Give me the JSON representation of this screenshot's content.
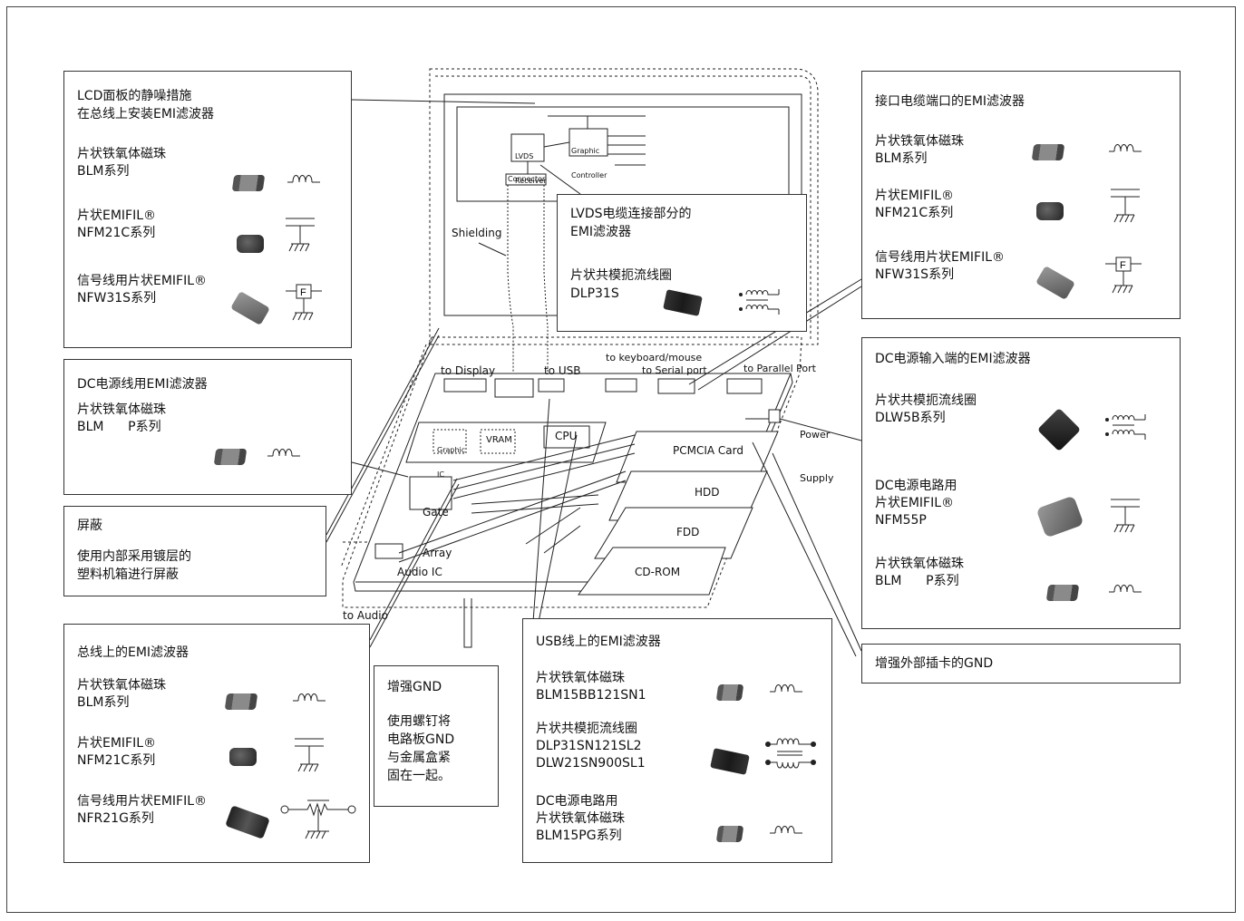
{
  "panels": {
    "lcd": {
      "title1": "LCD面板的静噪措施",
      "title2": "在总线上安装EMI滤波器",
      "item1_l1": "片状铁氧体磁珠",
      "item1_l2": "BLM系列",
      "item2_l1": "片状EMIFIL®",
      "item2_l2": "NFM21C系列",
      "item3_l1": "信号线用片状EMIFIL®",
      "item3_l2": "NFW31S系列"
    },
    "dc_line": {
      "title": "DC电源线用EMI滤波器",
      "item1_l1": "片状铁氧体磁珠",
      "item1_l2": "BLM      P系列"
    },
    "shield": {
      "title": "屏蔽",
      "l1": "使用内部采用镀层的",
      "l2": "塑料机箱进行屏蔽"
    },
    "bus": {
      "title": "总线上的EMI滤波器",
      "item1_l1": "片状铁氧体磁珠",
      "item1_l2": "BLM系列",
      "item2_l1": "片状EMIFIL®",
      "item2_l2": "NFM21C系列",
      "item3_l1": "信号线用片状EMIFIL®",
      "item3_l2": "NFR21G系列"
    },
    "gnd": {
      "title": "增强GND",
      "l1": "使用螺钉将",
      "l2": "电路板GND",
      "l3": "与金属盒紧",
      "l4": "固在一起。"
    },
    "usb": {
      "title": "USB线上的EMI滤波器",
      "item1_l1": "片状铁氧体磁珠",
      "item1_l2": "BLM15BB121SN1",
      "item2_l1": "片状共模扼流线圈",
      "item2_l2": "DLP31SN121SL2",
      "item2_l3": "DLW21SN900SL1",
      "item3_l1": "DC电源电路用",
      "item3_l2": "片状铁氧体磁珠",
      "item3_l3": "BLM15PG系列"
    },
    "lvds": {
      "title1": "LVDS电缆连接部分的",
      "title2": "EMI滤波器",
      "item1_l1": "片状共模扼流线圈",
      "item1_l2": "DLP31S"
    },
    "interface": {
      "title": "接口电缆端口的EMI滤波器",
      "item1_l1": "片状铁氧体磁珠",
      "item1_l2": "BLM系列",
      "item2_l1": "片状EMIFIL®",
      "item2_l2": "NFM21C系列",
      "item3_l1": "信号线用片状EMIFIL®",
      "item3_l2": "NFW31S系列"
    },
    "dc_input": {
      "title": "DC电源输入端的EMI滤波器",
      "item1_l1": "片状共模扼流线圈",
      "item1_l2": "DLW5B系列",
      "item2_l1": "DC电源电路用",
      "item2_l2": "片状EMIFIL®",
      "item2_l3": "NFM55P",
      "item3_l1": "片状铁氧体磁珠",
      "item3_l2": "BLM      P系列"
    },
    "ext_gnd": {
      "title": "增强外部插卡的GND"
    }
  },
  "diagram": {
    "lvds_receiver_1": "LVDS",
    "lvds_receiver_2": "Receiver",
    "graphic_controller_1": "Graphic",
    "graphic_controller_2": "Controller",
    "connector": "Connector",
    "shielding": "Shielding",
    "to_display": "to Display",
    "to_usb": "to USB",
    "to_keyboard": "to keyboard/mouse",
    "to_serial": "to Serial port",
    "to_parallel": "to Parallel Port",
    "power_supply_1": "Power",
    "power_supply_2": "Supply",
    "graphic_ic_1": "Graphic",
    "graphic_ic_2": "IC",
    "vram": "VRAM",
    "cpu": "CPU",
    "pcmcia": "PCMCIA Card",
    "hdd": "HDD",
    "fdd": "FDD",
    "cdrom": "CD-ROM",
    "gate_array_1": "Gate",
    "gate_array_2": "Array",
    "audio_ic": "Audio IC",
    "to_audio": "to Audio",
    "filter_f": "F"
  }
}
